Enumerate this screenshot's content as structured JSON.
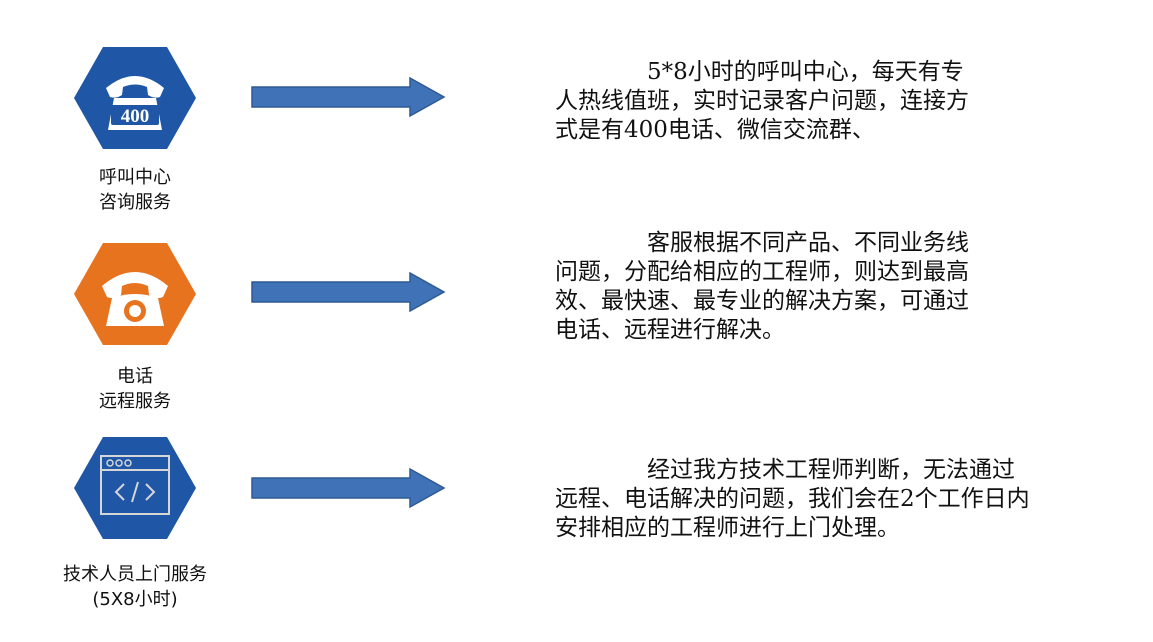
{
  "colors": {
    "hex_blue": "#1f56a5",
    "hex_orange": "#e8731f",
    "arrow_fill": "#3f72b6",
    "arrow_stroke": "#2f5a93",
    "icon_light": "#ffffff",
    "icon_gray": "#d6d6d6"
  },
  "services": [
    {
      "icon": "phone-400-icon",
      "caption": [
        "呼叫中心",
        "咨询服务"
      ],
      "description": [
        "5*8小时的呼叫中心，每天有专",
        "人热线值班，实时记录客户问题，连接方",
        "式是有400电话、微信交流群、"
      ],
      "badge": "400"
    },
    {
      "icon": "telephone-icon",
      "caption": [
        "电话",
        "远程服务"
      ],
      "description": [
        "客服根据不同产品、不同业务线",
        "问题，分配给相应的工程师，则达到最高",
        "效、最快速、最专业的解决方案，可通过",
        "电话、远程进行解决。"
      ]
    },
    {
      "icon": "code-window-icon",
      "caption": [
        "技术人员上门服务",
        "(5X8小时)"
      ],
      "description": [
        "经过我方技术工程师判断，无法通过",
        "远程、电话解决的问题，我们会在2个工作日内",
        "安排相应的工程师进行上门处理。"
      ]
    }
  ]
}
